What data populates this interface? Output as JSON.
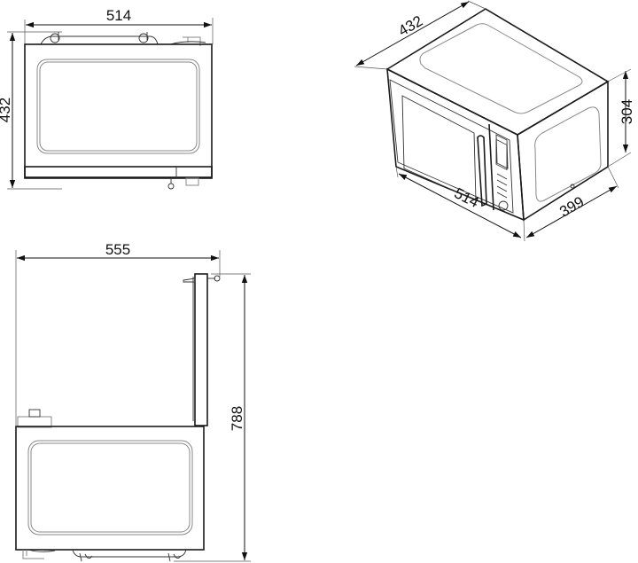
{
  "drawing": {
    "subject": "Microwave oven dimensional drawing",
    "units": "mm",
    "views": [
      {
        "id": "top-view",
        "dimensions": {
          "width": "514",
          "depth": "432"
        }
      },
      {
        "id": "isometric-view",
        "dimensions": {
          "depth": "432",
          "width": "514",
          "height": "304",
          "side_depth": "399"
        }
      },
      {
        "id": "side-view-door-open",
        "dimensions": {
          "width": "555",
          "height": "788"
        }
      }
    ]
  },
  "labels": {
    "top_width": "514",
    "top_depth": "432",
    "iso_depth": "432",
    "iso_height": "304",
    "iso_width": "514",
    "iso_side": "399",
    "open_width": "555",
    "open_height": "788"
  }
}
